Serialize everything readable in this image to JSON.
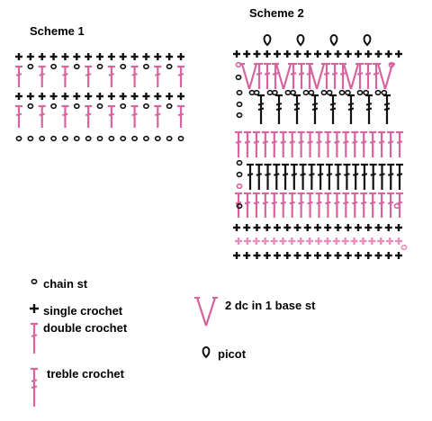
{
  "scheme1": {
    "title": "Scheme 1"
  },
  "scheme2": {
    "title": "Scheme 2"
  },
  "legend": {
    "chain": "chain st",
    "single": "single crochet",
    "double": "double crochet",
    "treble": "treble crochet",
    "vgroup": "2 dc in 1 base st",
    "picot": "picot"
  },
  "colors": {
    "black": "#111111",
    "pink": "#d9639e",
    "pink_light": "#e98fbd"
  }
}
